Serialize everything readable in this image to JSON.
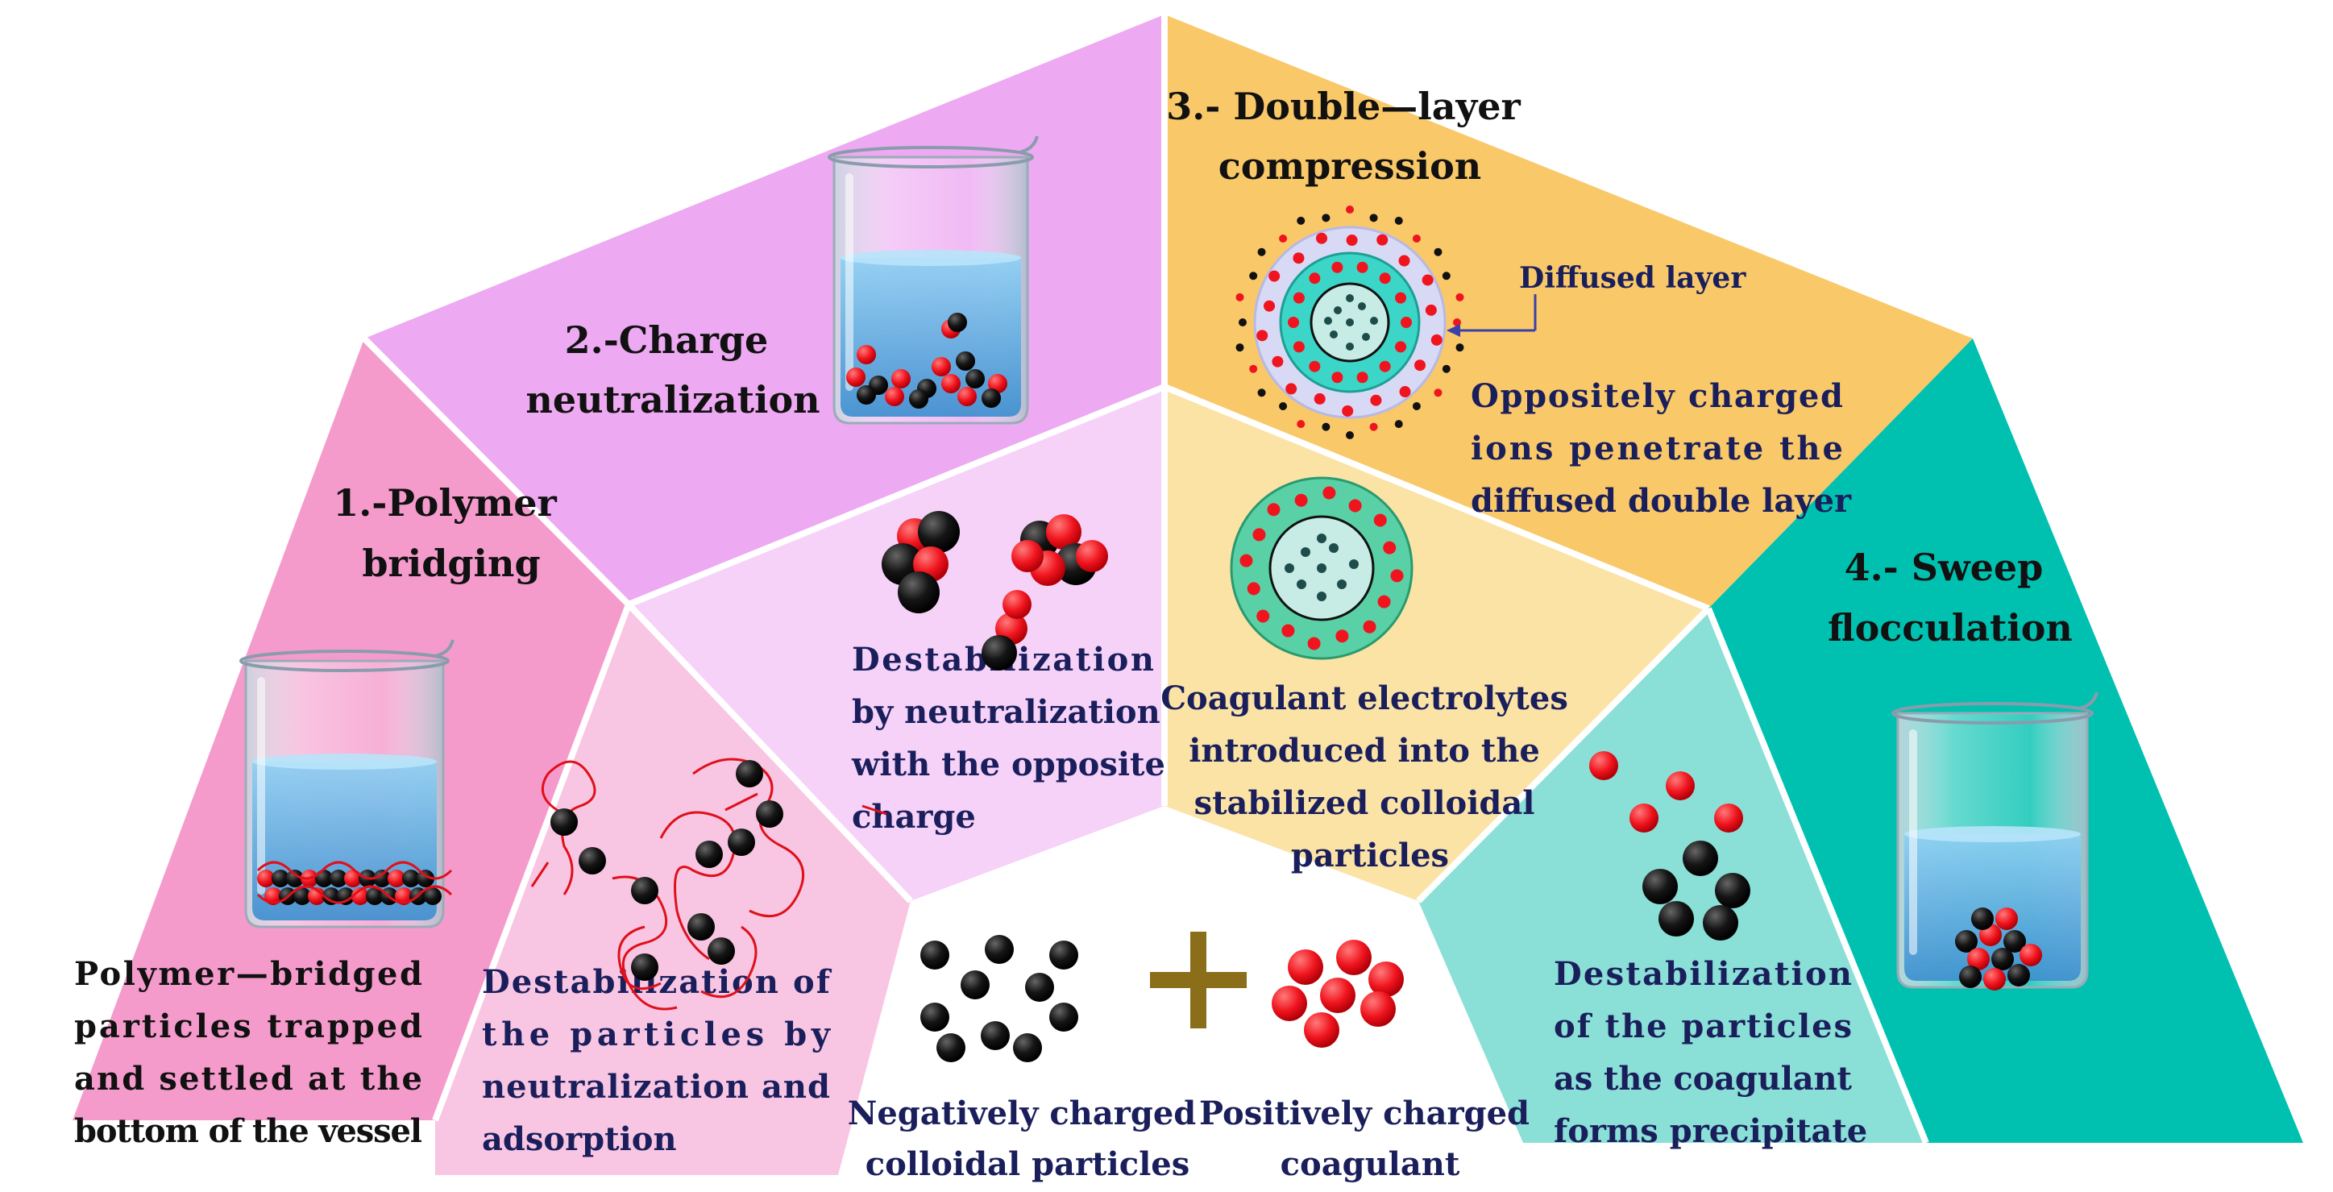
{
  "colors": {
    "outer_pink": "#f59bcc",
    "inner_pink": "#f8c6e3",
    "outer_violet": "#eda9f2",
    "inner_violet": "#f6d2f8",
    "outer_yellow": "#f9c868",
    "inner_yellow": "#fbe3a6",
    "outer_teal": "#00c1b0",
    "inner_teal": "#8adfd6",
    "neg_particle": "#111111",
    "pos_particle": "#f0141e",
    "text_navy": "#1a1f5c",
    "plus": "#8a6e1a",
    "water": "#5aaee0"
  },
  "sections": {
    "bridging": {
      "title": [
        "1.-Polymer",
        "bridging"
      ],
      "outer_caption": [
        "Polymer—bridged",
        "particles trapped",
        "and settled at the",
        "bottom of the vessel"
      ],
      "inner_caption": [
        "Destabilization of",
        "the particles by",
        "neutralization and",
        "adsorption"
      ],
      "beaker_icon": "beaker-with-bridged-particles-icon"
    },
    "charge": {
      "title": [
        "2.-Charge",
        "neutralization"
      ],
      "inner_caption": [
        "Destabilization",
        "by neutralization",
        "with the opposite",
        "charge"
      ],
      "beaker_icon": "beaker-with-neutralized-particles-icon"
    },
    "double_layer": {
      "title": [
        "3.- Double—layer",
        "compression"
      ],
      "diffused_label": "Diffused layer",
      "outer_caption": [
        "Oppositely charged",
        "ions penetrate the",
        "diffused double layer"
      ],
      "inner_caption": [
        "Coagulant electrolytes",
        "introduced  into the",
        "stabilized colloidal",
        "particles"
      ]
    },
    "sweep": {
      "title": [
        "4.- Sweep",
        "flocculation"
      ],
      "inner_caption": [
        "Destabilization",
        "of the particles",
        "as the coagulant",
        "forms precipitate"
      ],
      "beaker_icon": "beaker-with-precipitate-icon"
    }
  },
  "legend": {
    "negative": [
      "Negatively charged",
      "colloidal particles"
    ],
    "positive": [
      "Positively charged",
      "coagulant"
    ]
  }
}
